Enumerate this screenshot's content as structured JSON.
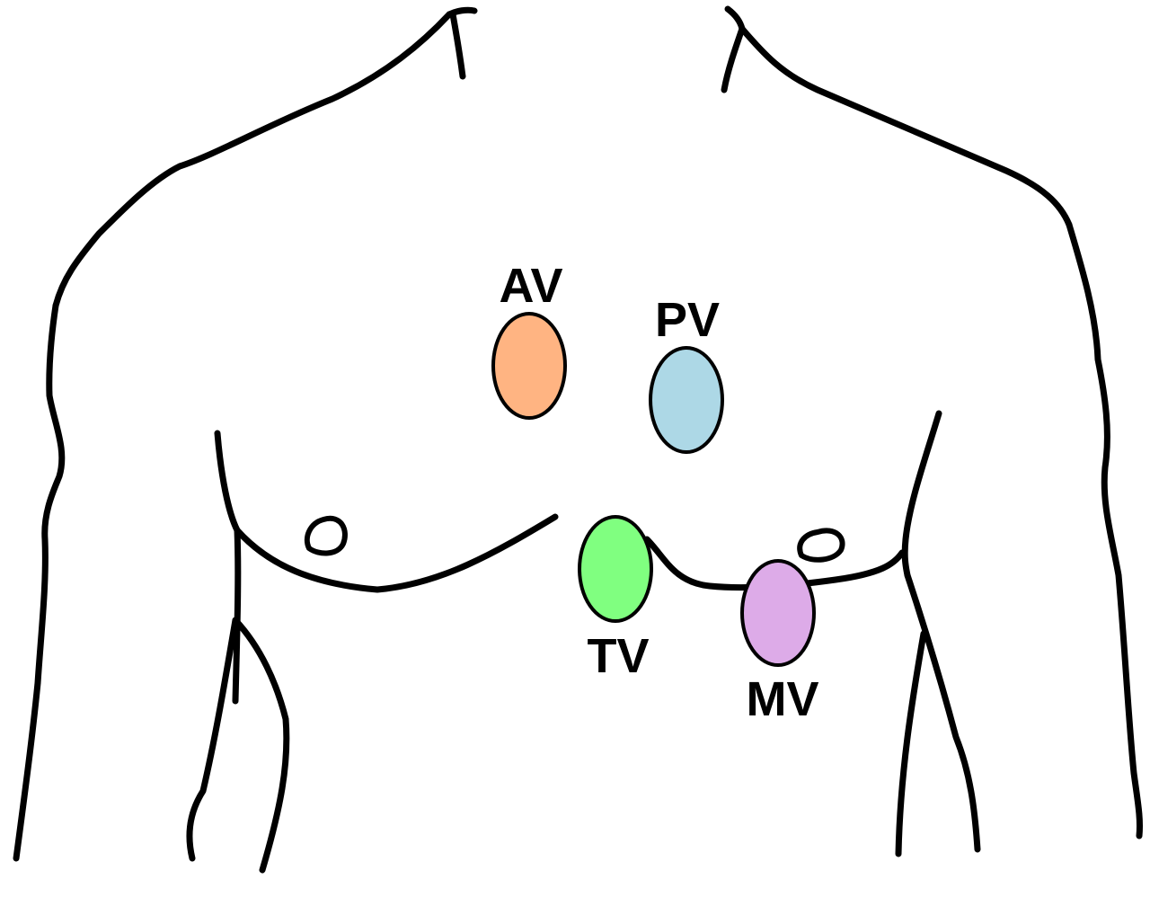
{
  "figure": {
    "subject": "chest-outline-auscultation-points",
    "outline_color": "#000000",
    "background_color": "#ffffff"
  },
  "valves": [
    {
      "id": "aortic",
      "label": "AV",
      "color": "#ffb482"
    },
    {
      "id": "pulmonary",
      "label": "PV",
      "color": "#add8e6"
    },
    {
      "id": "tricuspid",
      "label": "TV",
      "color": "#80ff80"
    },
    {
      "id": "mitral",
      "label": "MV",
      "color": "#ddabe8"
    }
  ]
}
